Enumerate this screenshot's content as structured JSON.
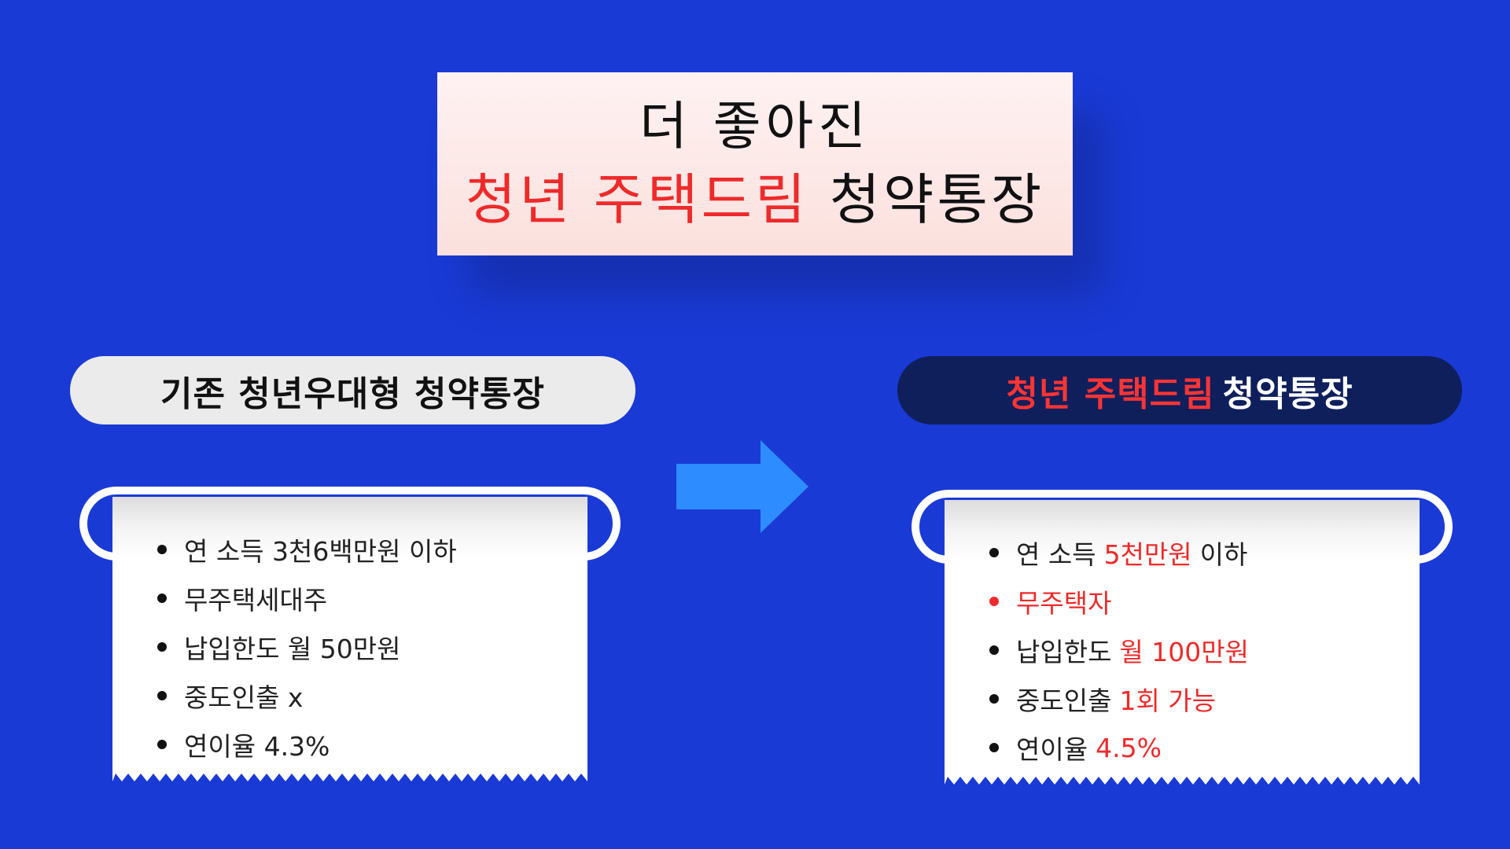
{
  "colors": {
    "background": "#1a3ad6",
    "accent_red": "#ee2a2a",
    "navy": "#0e1f5c",
    "arrow_blue": "#2d8cff"
  },
  "title": {
    "line1": "더 좋아진",
    "line2_red": "청년 주택드림",
    "line2_black": "청약통장"
  },
  "left_pill": {
    "label": "기존 청년우대형 청약통장"
  },
  "right_pill": {
    "label_red": "청년 주택드림",
    "label_white": "청약통장"
  },
  "arrow": {
    "icon": "right-arrow-icon"
  },
  "left_list": {
    "items": [
      "연 소득 3천6백만원 이하",
      "무주택세대주",
      "납입한도 월 50만원",
      "중도인출 x",
      "연이율 4.3%"
    ]
  },
  "right_list": {
    "items": [
      {
        "prefix": "연 소득",
        "highlight": "5천만원",
        "suffix": "이하"
      },
      {
        "prefix": "",
        "highlight": "무주택자",
        "suffix": ""
      },
      {
        "prefix": "납입한도",
        "highlight": "월 100만원",
        "suffix": ""
      },
      {
        "prefix": "중도인출",
        "highlight": "1회 가능",
        "suffix": ""
      },
      {
        "prefix": "연이율",
        "highlight": "4.5%",
        "suffix": ""
      }
    ]
  }
}
